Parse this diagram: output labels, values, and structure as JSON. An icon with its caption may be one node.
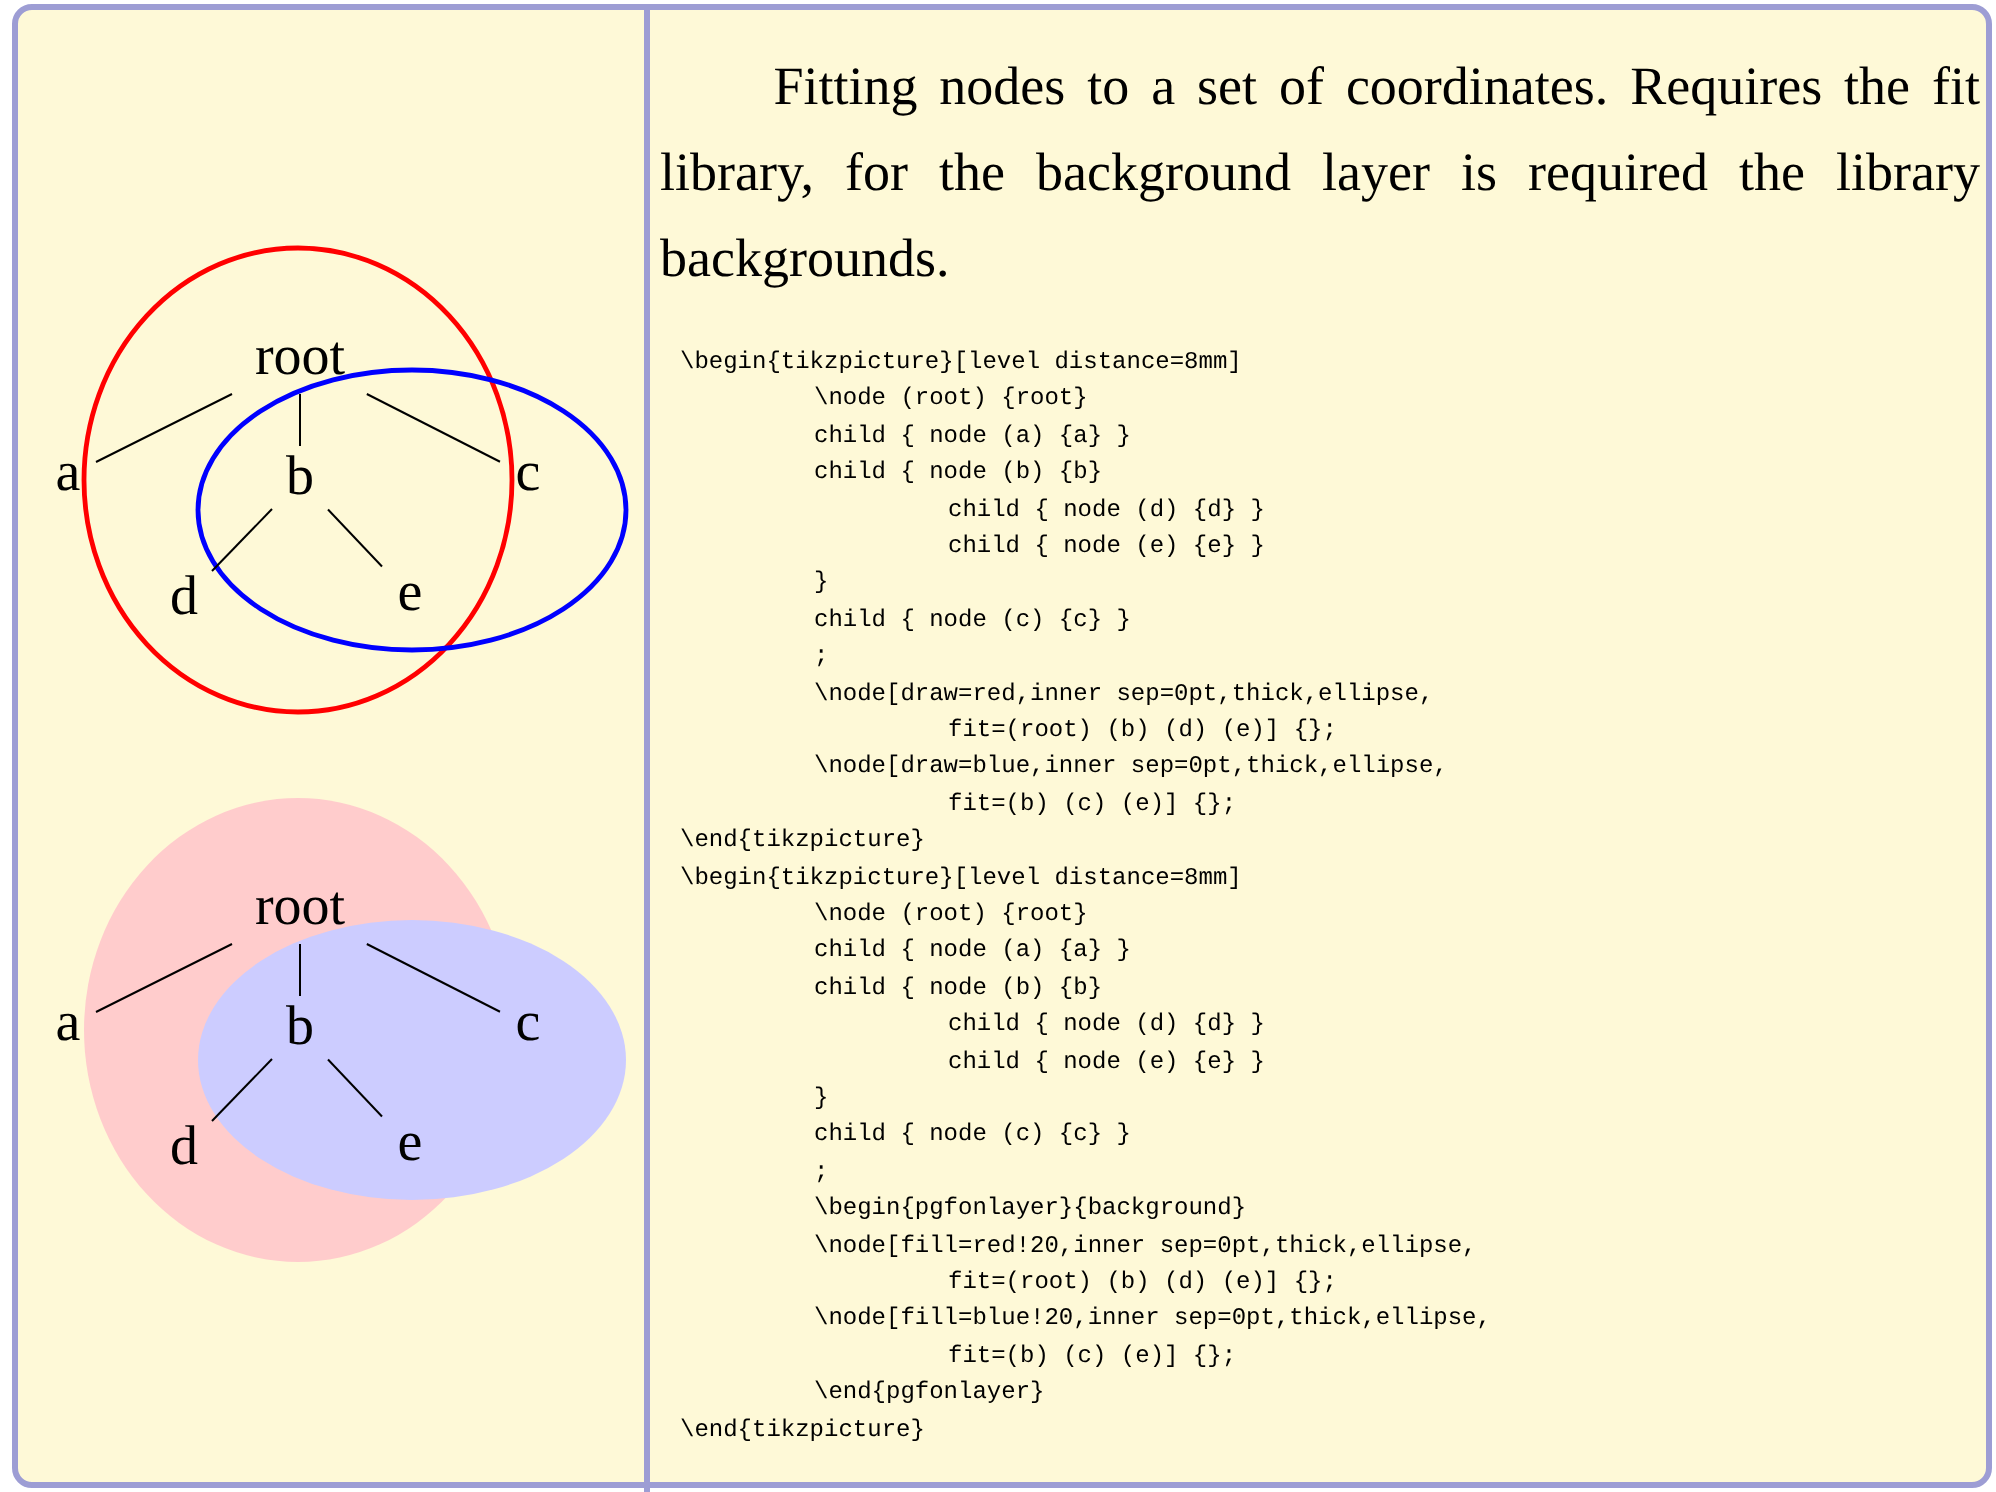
{
  "diagram": {
    "nodes": [
      {
        "text": [
          "root"
        ]
      },
      {
        "text": [
          "a"
        ]
      },
      {
        "text": [
          "b"
        ]
      },
      {
        "text": [
          "c"
        ]
      },
      {
        "text": [
          "d"
        ]
      },
      {
        "text": [
          "e"
        ]
      },
      {
        "text": [
          "root"
        ]
      },
      {
        "text": [
          "a"
        ]
      },
      {
        "text": [
          "b"
        ]
      },
      {
        "text": [
          "c"
        ]
      },
      {
        "text": [
          "d"
        ]
      },
      {
        "text": [
          "e"
        ]
      }
    ],
    "edges": [
      {
        "from": 0,
        "to": 1,
        "arrow": "none"
      },
      {
        "from": 0,
        "to": 2,
        "arrow": "none"
      },
      {
        "from": 0,
        "to": 3,
        "arrow": "none"
      },
      {
        "from": 2,
        "to": 4,
        "arrow": "none"
      },
      {
        "from": 2,
        "to": 5,
        "arrow": "none"
      },
      {
        "from": 6,
        "to": 7,
        "arrow": "none"
      },
      {
        "from": 6,
        "to": 8,
        "arrow": "none"
      },
      {
        "from": 6,
        "to": 9,
        "arrow": "none"
      },
      {
        "from": 8,
        "to": 10,
        "arrow": "none"
      },
      {
        "from": 8,
        "to": 11,
        "arrow": "none"
      }
    ],
    "labels": [
      "Fitting nodes to a set of coordinates. Requires the fit library, for the background layer is required the library backgrounds.",
      "\\begin{tikzpicture}[level distance=8mm]",
      "\\node (root) {root}",
      "child { node (a) {a} }",
      "child { node (b) {b}",
      "child { node (d) {d} }",
      "child { node (e) {e} }",
      "}",
      "child { node (c) {c} }",
      ";",
      "\\node[draw=red,inner sep=0pt,thick,ellipse,",
      "fit=(root) (b) (d) (e)] {};",
      "\\node[draw=blue,inner sep=0pt,thick,ellipse,",
      "fit=(b) (c) (e)] {};",
      "\\end{tikzpicture}",
      "\\begin{tikzpicture}[level distance=8mm]",
      "\\node (root) {root}",
      "child { node (a) {a} }",
      "child { node (b) {b}",
      "child { node (d) {d} }",
      "child { node (e) {e} }",
      "}",
      "child { node (c) {c} }",
      ";",
      "\\begin{pgfonlayer}{background}",
      "\\node[fill=red!20,inner sep=0pt,thick,ellipse,",
      "fit=(root) (b) (d) (e)] {};",
      "\\node[fill=blue!20,inner sep=0pt,thick,ellipse,",
      "fit=(b) (c) (e)] {};",
      "\\end{pgfonlayer}",
      "\\end{tikzpicture}"
    ]
  }
}
